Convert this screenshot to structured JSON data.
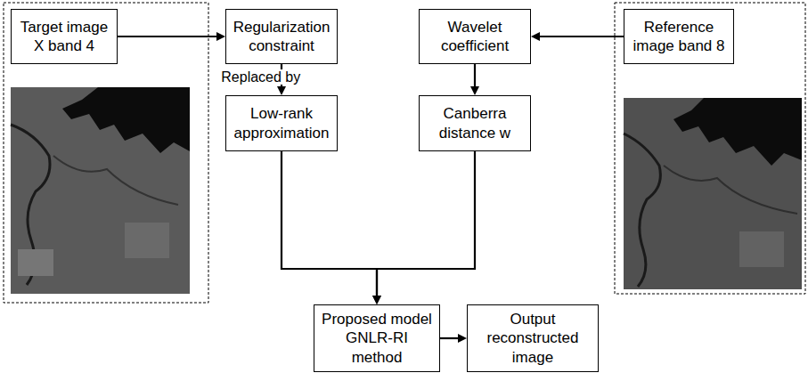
{
  "diagram": {
    "nodes": [
      {
        "text": [
          "Target image X band 4"
        ]
      },
      {
        "text": [
          "Regularization constraint"
        ]
      },
      {
        "text": [
          "Wavelet coefficient"
        ]
      },
      {
        "text": [
          "Reference image band 8"
        ]
      },
      {
        "text": [
          "Low-rank approximation"
        ]
      },
      {
        "text": [
          "Canberra distance w"
        ]
      },
      {
        "text": [
          "Proposed model GNLR-RI method"
        ]
      },
      {
        "text": [
          "Output reconstructed image"
        ]
      }
    ],
    "edges": [
      {
        "from": 0,
        "to": 1,
        "arrow": "to"
      },
      {
        "from": 1,
        "to": 4,
        "label": "Replaced by",
        "arrow": "to"
      },
      {
        "from": 3,
        "to": 2,
        "arrow": "to"
      },
      {
        "from": 2,
        "to": 5,
        "arrow": "to"
      },
      {
        "from": 4,
        "to": 6,
        "arrow": "to"
      },
      {
        "from": 5,
        "to": 6,
        "arrow": "to"
      },
      {
        "from": 6,
        "to": 7,
        "arrow": "to"
      }
    ]
  }
}
